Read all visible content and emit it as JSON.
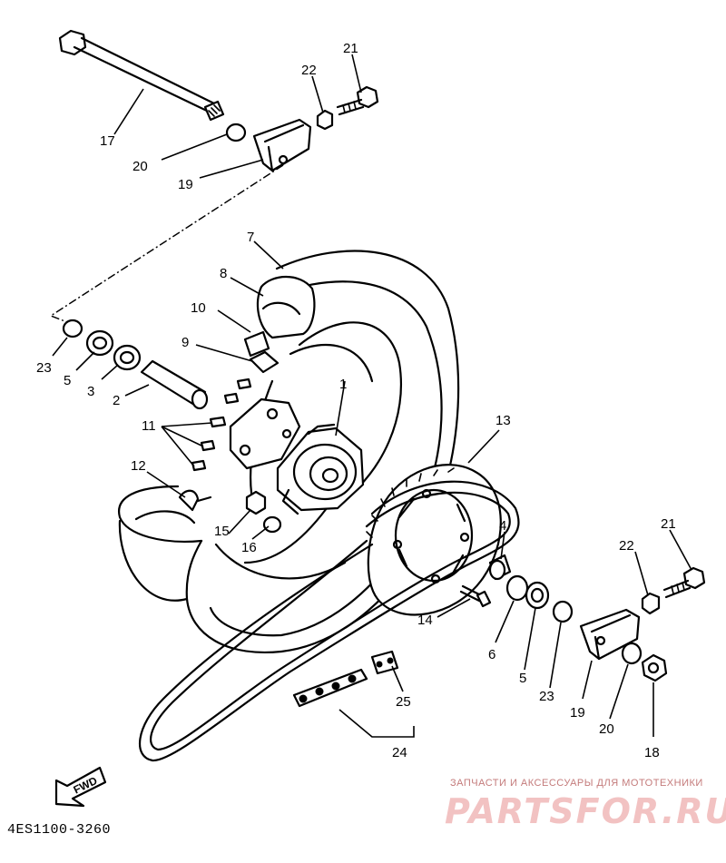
{
  "diagram": {
    "labels": {
      "p1": "1",
      "p2": "2",
      "p3": "3",
      "p4": "4",
      "p5a": "5",
      "p5b": "5",
      "p6": "6",
      "p7": "7",
      "p8": "8",
      "p9": "9",
      "p10": "10",
      "p11": "11",
      "p12": "12",
      "p13": "13",
      "p14": "14",
      "p15": "15",
      "p16": "16",
      "p17": "17",
      "p18": "18",
      "p19a": "19",
      "p19b": "19",
      "p20a": "20",
      "p20b": "20",
      "p21a": "21",
      "p21b": "21",
      "p22a": "22",
      "p22b": "22",
      "p23a": "23",
      "p23b": "23",
      "p24": "24",
      "p25": "25"
    },
    "fwd_label": "FWD",
    "diagram_code": "4ES1100-3260"
  },
  "watermark": {
    "tagline": "ЗАПЧАСТИ И АКСЕССУАРЫ ДЛЯ МОТОТЕХНИКИ",
    "logo": "PARTSFOR.RU",
    "color": "#f2c2c2"
  }
}
